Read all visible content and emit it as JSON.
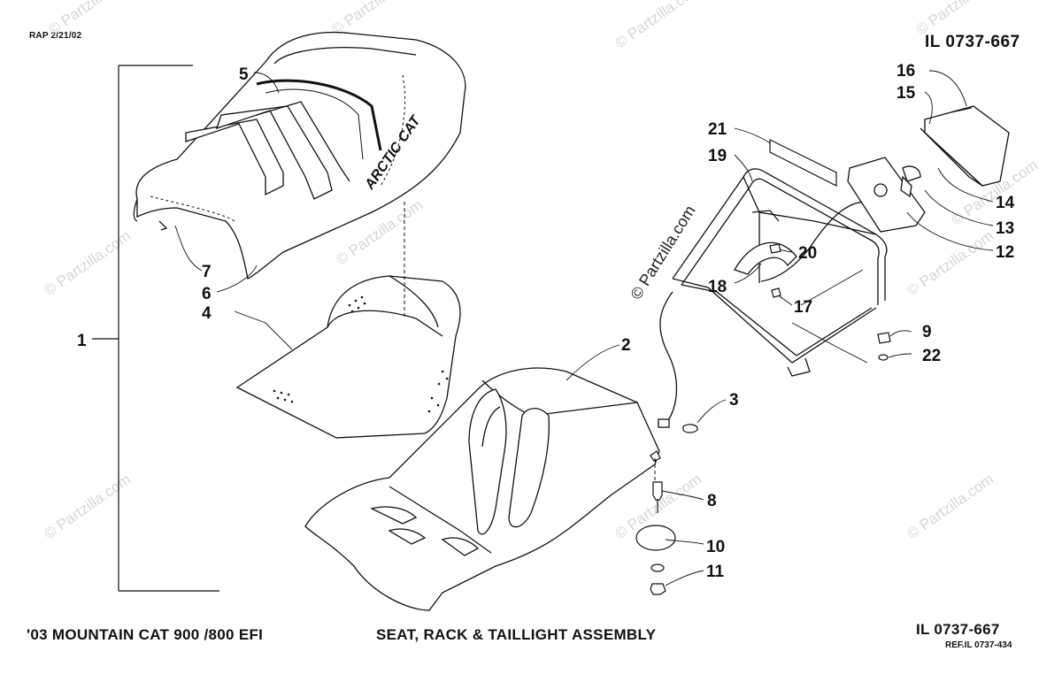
{
  "header": {
    "date_code": "RAP 2/21/02",
    "illustration_number": "IL 0737-667"
  },
  "footer": {
    "model": "'03 MOUNTAIN CAT 900 /800 EFI",
    "assembly_title": "SEAT, RACK & TAILLIGHT ASSEMBLY",
    "illustration_number": "IL 0737-667",
    "reference": "REF.IL 0737-434"
  },
  "watermark": {
    "diagonal": "© Partzilla.com",
    "text": "Partzilla.com"
  },
  "brand_mark": "ARCTIC CAT",
  "callouts": [
    {
      "id": "1",
      "label": "1"
    },
    {
      "id": "2",
      "label": "2"
    },
    {
      "id": "3",
      "label": "3"
    },
    {
      "id": "4",
      "label": "4"
    },
    {
      "id": "5",
      "label": "5"
    },
    {
      "id": "6",
      "label": "6"
    },
    {
      "id": "7",
      "label": "7"
    },
    {
      "id": "8",
      "label": "8"
    },
    {
      "id": "9",
      "label": "9"
    },
    {
      "id": "10",
      "label": "10"
    },
    {
      "id": "11",
      "label": "11"
    },
    {
      "id": "12",
      "label": "12"
    },
    {
      "id": "13",
      "label": "13"
    },
    {
      "id": "14",
      "label": "14"
    },
    {
      "id": "15",
      "label": "15"
    },
    {
      "id": "16",
      "label": "16"
    },
    {
      "id": "17",
      "label": "17"
    },
    {
      "id": "18",
      "label": "18"
    },
    {
      "id": "19",
      "label": "19"
    },
    {
      "id": "20",
      "label": "20"
    },
    {
      "id": "21",
      "label": "21"
    },
    {
      "id": "22",
      "label": "22"
    }
  ]
}
